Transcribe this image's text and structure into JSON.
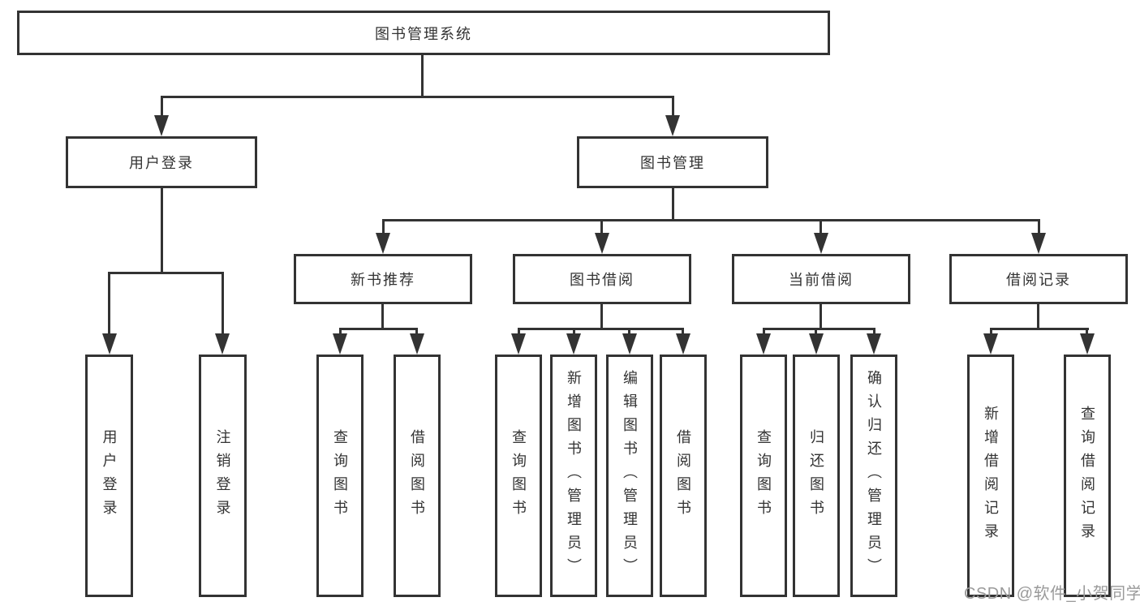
{
  "diagram": {
    "title": "图书管理系统",
    "level2": {
      "user_login": "用户登录",
      "book_management": "图书管理"
    },
    "level3": {
      "new_book": "新书推荐",
      "book_borrow": "图书借阅",
      "current_borrow": "当前借阅",
      "borrow_record": "借阅记录"
    },
    "leaves": {
      "user_login": [
        "用户登录",
        "注销登录"
      ],
      "new_book": [
        "查询图书",
        "借阅图书"
      ],
      "book_borrow": [
        "查询图书",
        "新增图书（管理员）",
        "编辑图书（管理员）",
        "借阅图书"
      ],
      "current_borrow": [
        "查询图书",
        "归还图书",
        "确认归还（管理员）"
      ],
      "borrow_record": [
        "新增借阅记录",
        "查询借阅记录"
      ]
    }
  },
  "watermark": {
    "text": "CSDN @软件_小贺同学"
  },
  "colors": {
    "line": "#333333",
    "text": "#333333",
    "watermark": "#9a9a9a",
    "background": "#ffffff"
  }
}
